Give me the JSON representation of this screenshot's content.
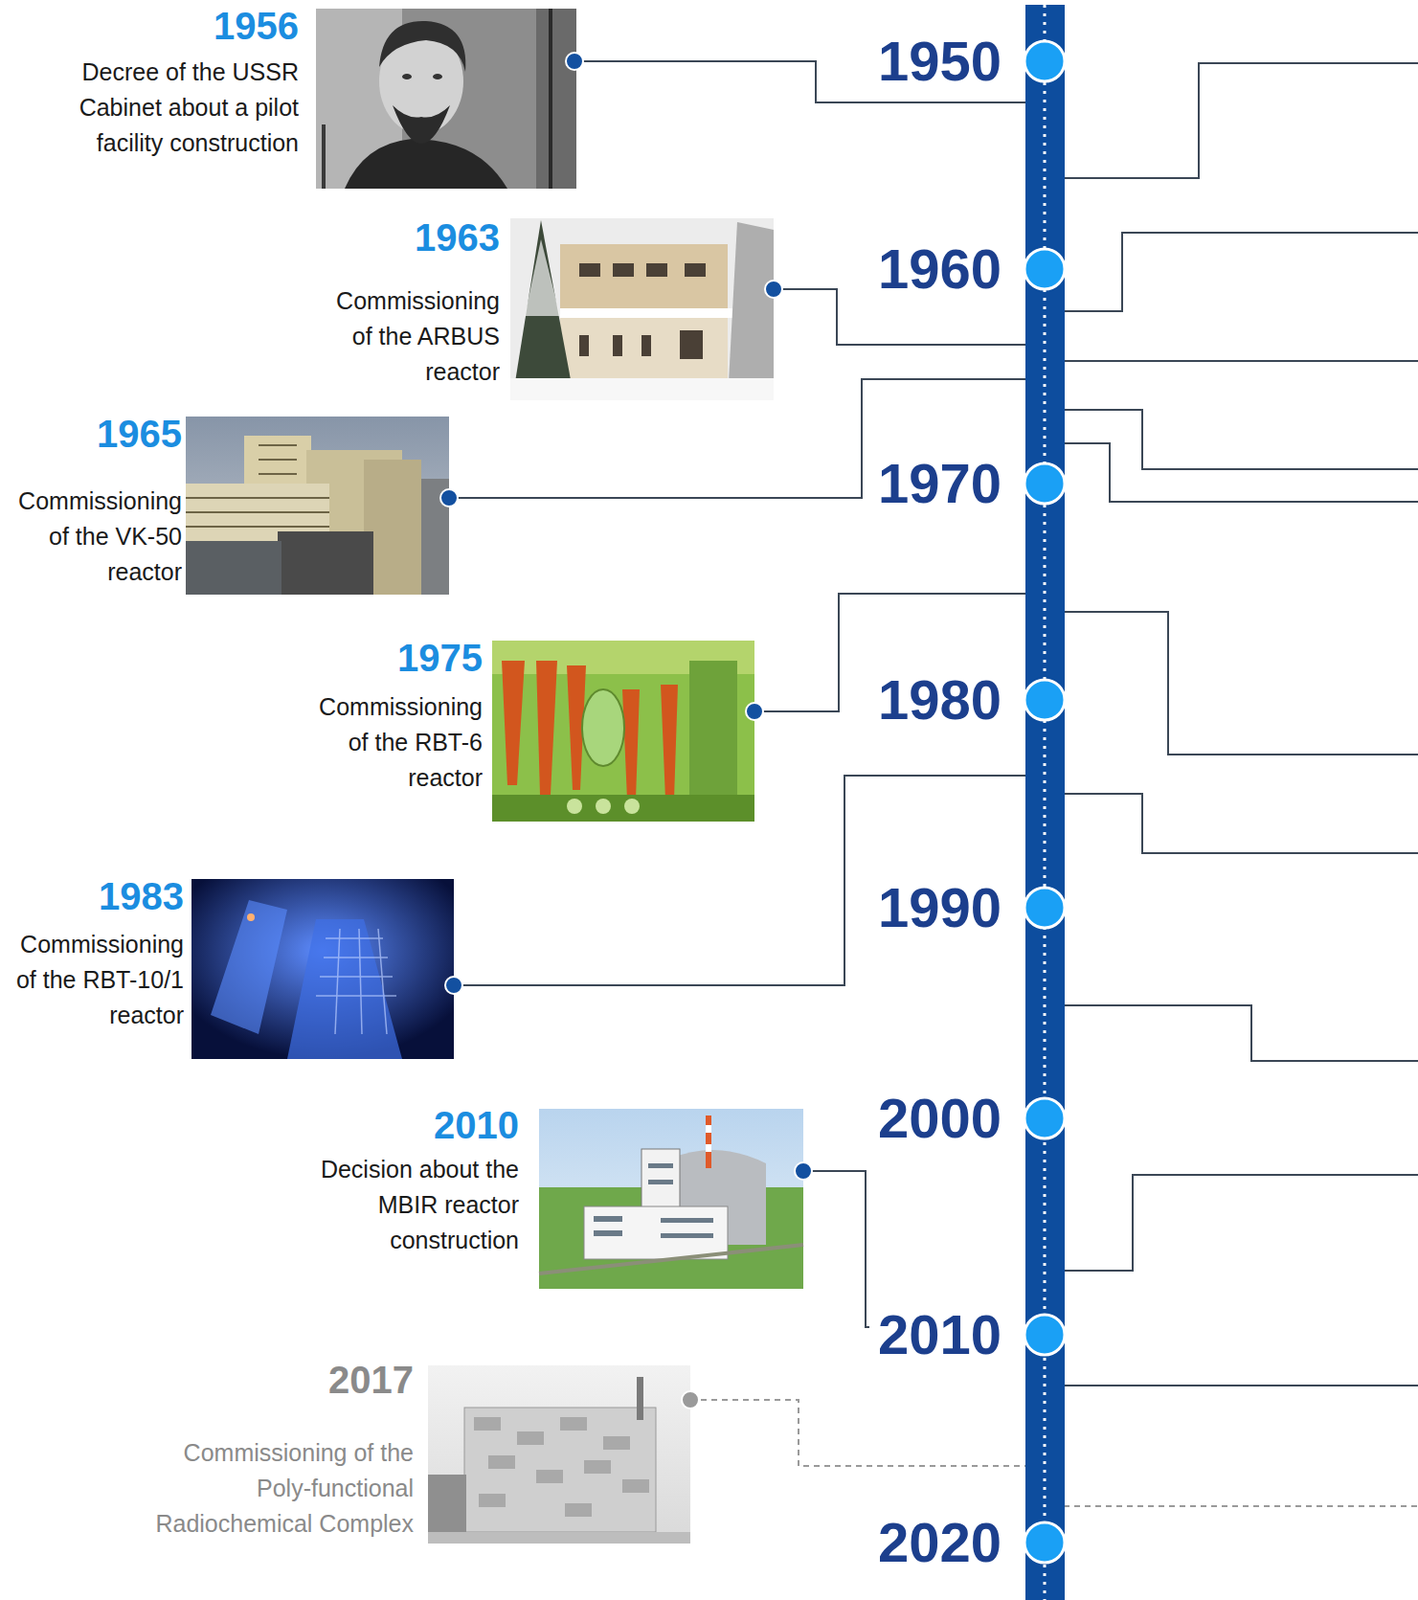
{
  "diagram": {
    "nodes": [
      {
        "text": [
          "1956",
          "Decree of the USSR Cabinet about a pilot facility construction"
        ]
      },
      {
        "text": [
          "1963",
          "Commissioning of the ARBUS reactor"
        ]
      },
      {
        "text": [
          "1965",
          "Commissioning of the VK-50 reactor"
        ]
      },
      {
        "text": [
          "1975",
          "Commissioning of the RBT-6 reactor"
        ]
      },
      {
        "text": [
          "1983",
          "Commissioning of the RBT-10/1 reactor"
        ]
      },
      {
        "text": [
          "2010",
          "Decision about the MBIR reactor construction"
        ]
      },
      {
        "text": [
          "2017",
          "Commissioning of the Poly-functional Radiochemical Complex"
        ]
      }
    ],
    "labels": [
      "1950",
      "1960",
      "1970",
      "1980",
      "1990",
      "2000",
      "2010",
      "2020"
    ]
  }
}
